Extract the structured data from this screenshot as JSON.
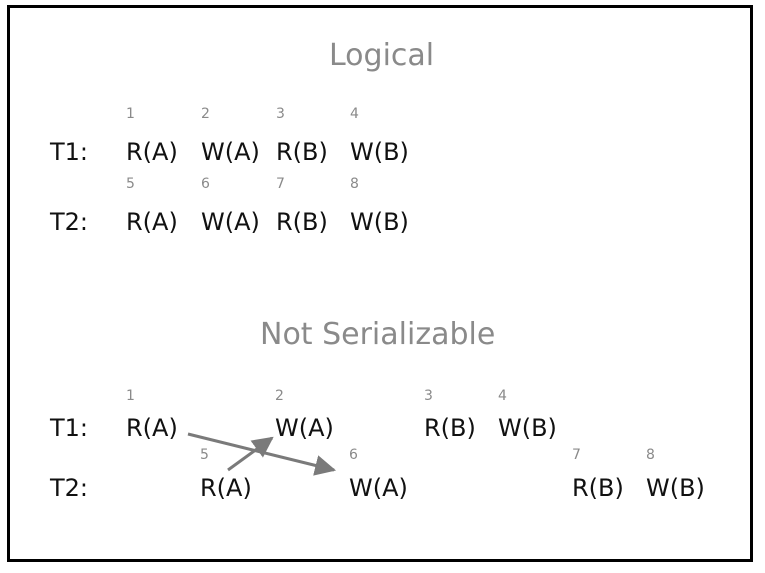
{
  "logical": {
    "title": "Logical",
    "t1": {
      "label": "T1:",
      "steps": [
        {
          "num": "1",
          "op": "R(A)"
        },
        {
          "num": "2",
          "op": "W(A)"
        },
        {
          "num": "3",
          "op": "R(B)"
        },
        {
          "num": "4",
          "op": "W(B)"
        }
      ]
    },
    "t2": {
      "label": "T2:",
      "steps": [
        {
          "num": "5",
          "op": "R(A)"
        },
        {
          "num": "6",
          "op": "W(A)"
        },
        {
          "num": "7",
          "op": "R(B)"
        },
        {
          "num": "8",
          "op": "W(B)"
        }
      ]
    }
  },
  "schedule": {
    "title": "Not Serializable",
    "t1": {
      "label": "T1:",
      "steps": [
        {
          "num": "1",
          "op": "R(A)"
        },
        {
          "num": "2",
          "op": "W(A)"
        },
        {
          "num": "3",
          "op": "R(B)"
        },
        {
          "num": "4",
          "op": "W(B)"
        }
      ]
    },
    "t2": {
      "label": "T2:",
      "steps": [
        {
          "num": "5",
          "op": "R(A)"
        },
        {
          "num": "6",
          "op": "W(A)"
        },
        {
          "num": "7",
          "op": "R(B)"
        },
        {
          "num": "8",
          "op": "W(B)"
        }
      ]
    },
    "arrows": [
      {
        "from": "t1-R(A)",
        "to": "t2-W(A)",
        "color": "#7a7a7a"
      },
      {
        "from": "t2-R(A)",
        "to": "t1-W(A)",
        "color": "#7a7a7a"
      }
    ]
  }
}
